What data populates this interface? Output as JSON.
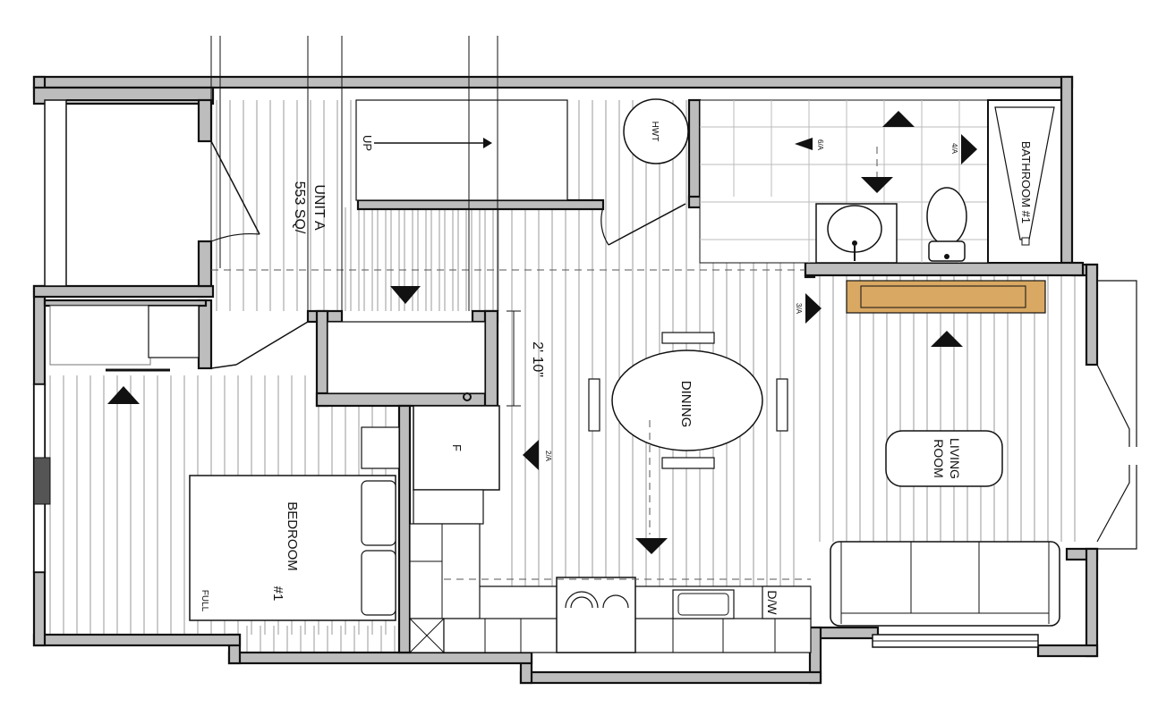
{
  "unit": {
    "name": "UNIT A",
    "area": "553 SQ/"
  },
  "rooms": {
    "dining": "DINING",
    "living_1": "LIVING",
    "living_2": "ROOM",
    "bedroom_1": "BEDROOM",
    "bedroom_2": "#1",
    "bathroom": "BATHROOM #1"
  },
  "fixtures": {
    "water_heater": "HWT",
    "fridge": "F",
    "dishwasher": "D/W",
    "bed_size": "FULL",
    "stair_direction": "UP"
  },
  "dimension": "2' 10\"",
  "elevation_tags": [
    "6/A",
    "4/A",
    "2/A",
    "3/A"
  ],
  "colors": {
    "wall_fill": "#bdbdbd",
    "line": "#111111",
    "shelf": "#d9a862"
  }
}
